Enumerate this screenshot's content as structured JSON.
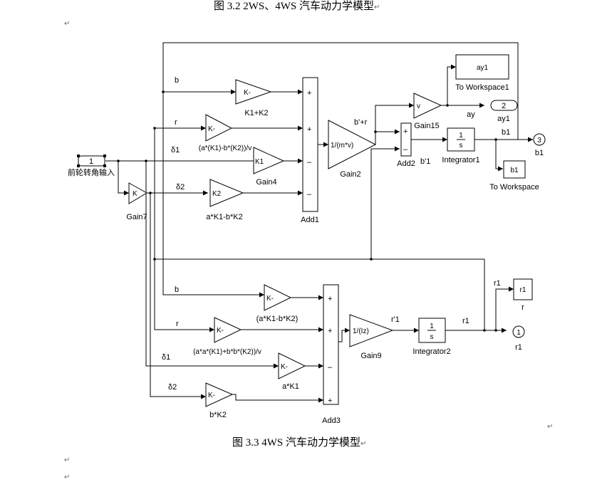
{
  "captions": {
    "top": "图 3.2 2WS、4WS 汽车动力学模型",
    "bottom": "图 3.3 4WS 汽车动力学模型"
  },
  "paragraph_mark": "↵",
  "blocks": {
    "in1": {
      "text": "1",
      "label": "前轮转角输入"
    },
    "gain7": {
      "text": "K",
      "label": "Gain7"
    },
    "k1k2": {
      "text": "K-",
      "label": "K1+K2"
    },
    "gain_r_top": {
      "text": "K-",
      "label": "(a*(K1)-b*(K2))/v"
    },
    "gain4": {
      "text": "K1",
      "label": "Gain4"
    },
    "gain_ak1bk2_top": {
      "text": "K2",
      "label": "a*K1-b*K2"
    },
    "add1": {
      "label": "Add1",
      "signs": [
        "+",
        "+",
        "–",
        "–"
      ]
    },
    "gain2": {
      "text": "1/(m*v)",
      "label": "Gain2"
    },
    "gain15": {
      "text": "v",
      "label": "Gain15"
    },
    "add2": {
      "label": "Add2",
      "signs": [
        "+",
        "–"
      ]
    },
    "integrator1": {
      "num": "1",
      "den": "s",
      "label": "Integrator1"
    },
    "toworkspace1": {
      "text": "ay1",
      "label": "To Workspace1"
    },
    "out2": {
      "text": "2",
      "label": "ay1"
    },
    "out3": {
      "text": "3",
      "label": "b1"
    },
    "toworkspace": {
      "text": "b1",
      "label": "To Workspace"
    },
    "gain_b_bottom": {
      "text": "K-",
      "label": "(a*K1-b*K2)"
    },
    "gain_r_bottom": {
      "text": "K-",
      "label": "(a*a*(K1)+b*b*(K2))/v"
    },
    "gain_ak1": {
      "text": "K-",
      "label": "a*K1"
    },
    "gain_bk2": {
      "text": "K-",
      "label": "b*K2"
    },
    "add3": {
      "label": "Add3",
      "signs": [
        "+",
        "+",
        "–",
        "+"
      ]
    },
    "gain9": {
      "text": "1/(Iz)",
      "label": "Gain9"
    },
    "integrator2": {
      "num": "1",
      "den": "s",
      "label": "Integrator2"
    },
    "to_r": {
      "text": "r1",
      "label": "r"
    },
    "out1": {
      "text": "1",
      "label": "r1"
    }
  },
  "signals": {
    "b": "b",
    "r": "r",
    "d1": "δ1",
    "d2": "δ2",
    "b_plus_r": "b'+r",
    "ay": "ay",
    "b1": "b1",
    "b_prime1": "b'1",
    "r_prime1": "r'1",
    "r1": "r1",
    "b_low": "b",
    "r_low": "r",
    "d1_low": "δ1",
    "d2_low": "δ2",
    "r1_top": "r1"
  }
}
